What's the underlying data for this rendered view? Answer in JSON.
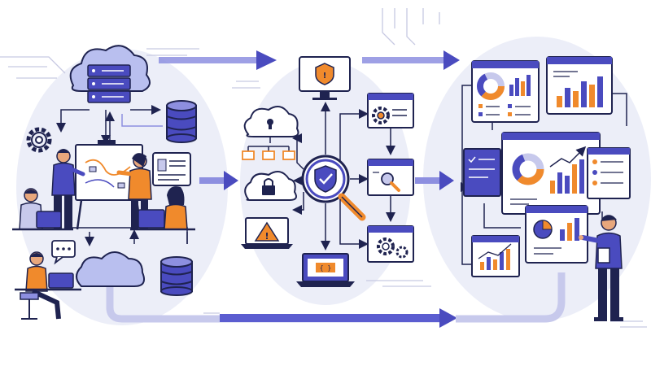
{
  "palette": {
    "navy": "#1f2350",
    "indigo": "#4a4bbf",
    "indigo_light": "#8d8fe0",
    "orange": "#f08a2c",
    "blob": "#eceef8",
    "panel": "#ffffff",
    "skin": "#e8a77c",
    "hair": "#1f2350"
  },
  "sections": [
    {
      "name": "team-and-data-sources",
      "icons": [
        "cloud-server-icon",
        "database-icon",
        "gear-icon",
        "whiteboard-icon",
        "document-icon",
        "chat-bubble-icon",
        "cloud-icon",
        "laptop-icon"
      ]
    },
    {
      "name": "security-processing",
      "icons": [
        "monitor-alert-icon",
        "cloud-lock-icon",
        "cloud-padlock-icon",
        "warning-laptop-icon",
        "magnifier-shield-icon",
        "gear-window-icon",
        "search-window-icon",
        "code-laptop-icon"
      ]
    },
    {
      "name": "analytics-dashboards",
      "icons": [
        "donut-chart-icon",
        "bar-chart-icon",
        "checklist-icon",
        "line-chart-icon",
        "pie-chart-icon",
        "presenter-icon"
      ]
    }
  ]
}
